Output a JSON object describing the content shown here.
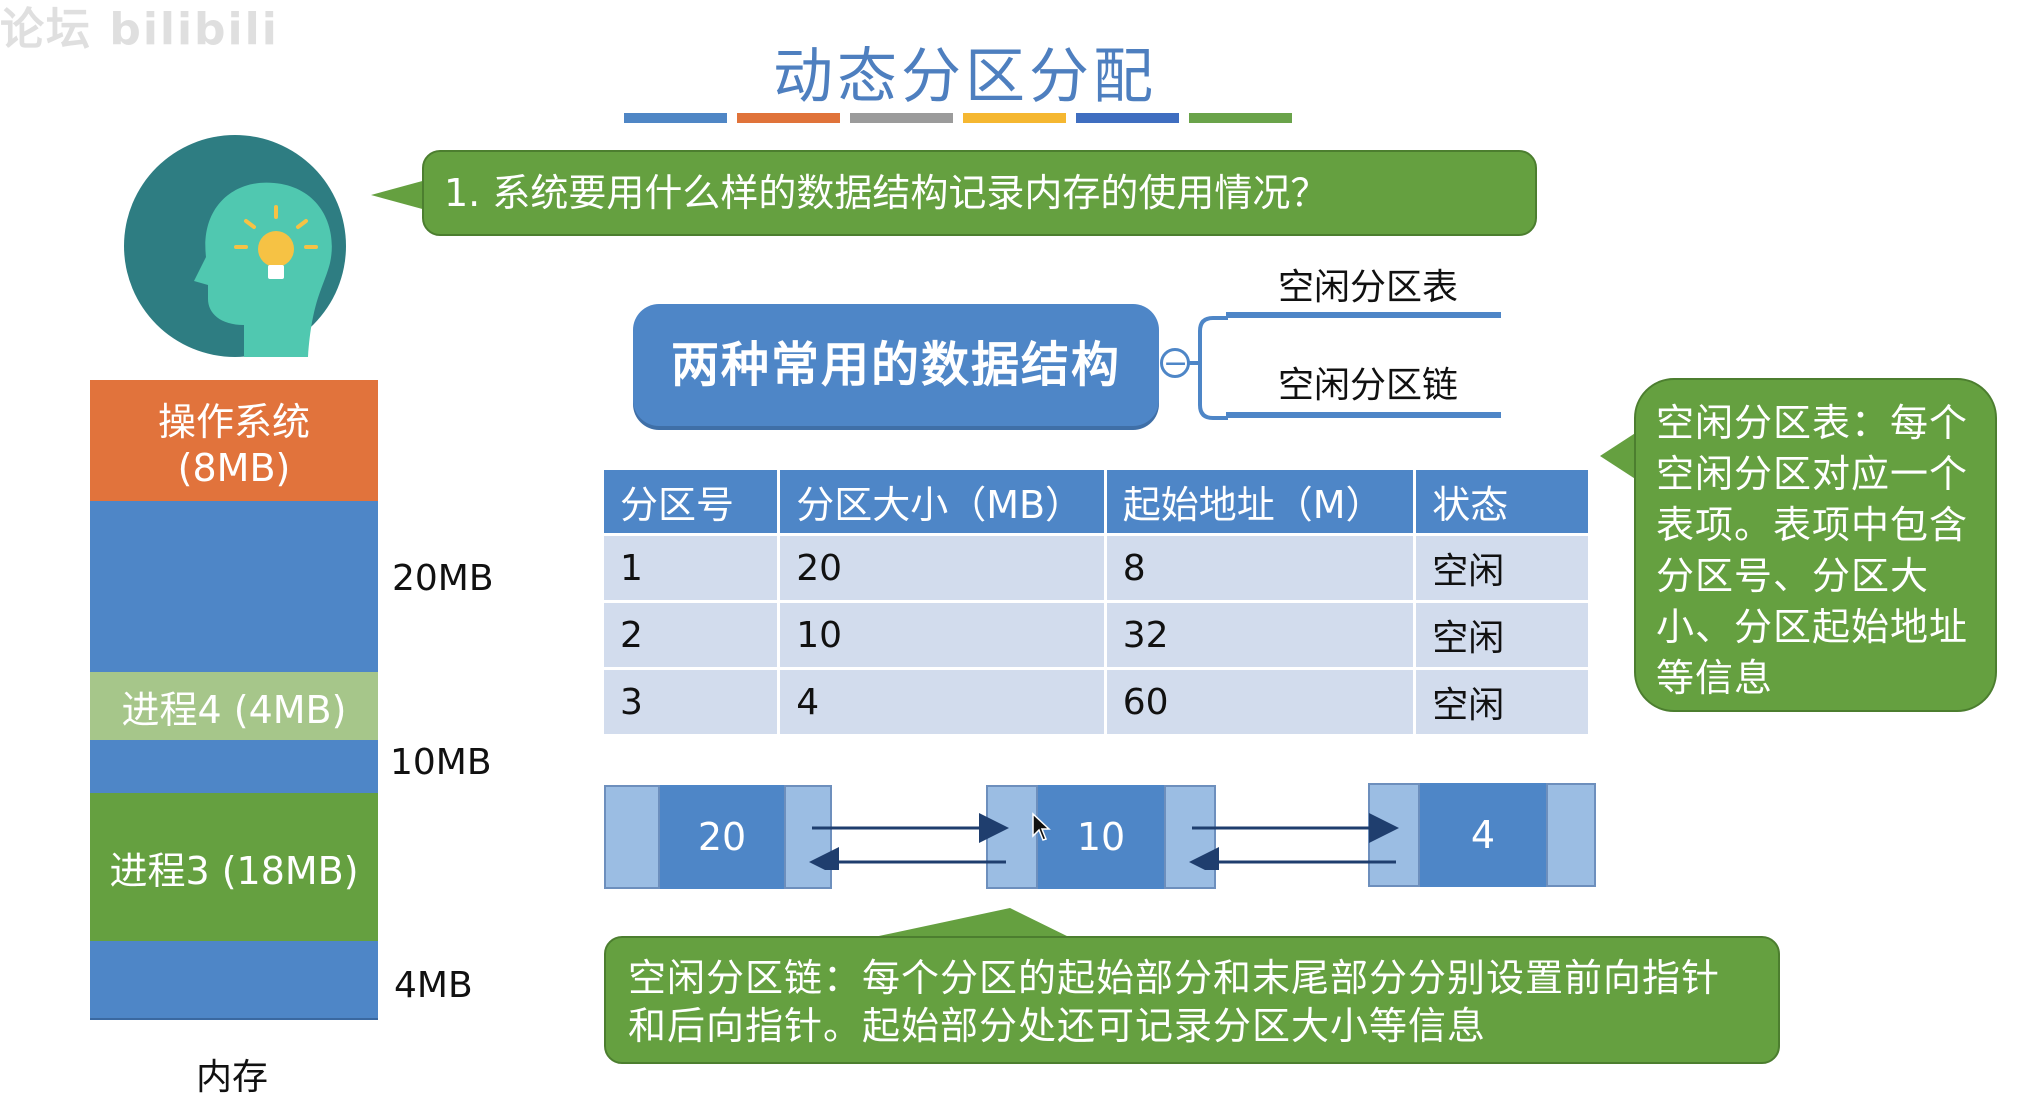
{
  "watermark": "论坛 bilibili",
  "title": "动态分区分配",
  "title_bar_colors": [
    "#4f86c5",
    "#e0733a",
    "#9b9b9b",
    "#f5b731",
    "#3f6ec0",
    "#6aa34a"
  ],
  "question": "1. 系统要用什么样的数据结构记录内存的使用情况？",
  "concept": {
    "label": "两种常用的数据结构",
    "collapse_symbol": "−",
    "branches": [
      "空闲分区表",
      "空闲分区链"
    ]
  },
  "memory": {
    "caption": "内存",
    "blocks": [
      {
        "label": "操作系统",
        "sublabel": "(8MB)",
        "kind": "os",
        "color": "#e1733c"
      },
      {
        "label": "",
        "kind": "free",
        "color": "#4e86c7"
      },
      {
        "label": "进程4 (4MB)",
        "kind": "process",
        "color": "#a6c68a"
      },
      {
        "label": "",
        "kind": "free",
        "color": "#4e86c7"
      },
      {
        "label": "进程3 (18MB)",
        "kind": "process",
        "color": "#65a040"
      },
      {
        "label": "",
        "kind": "free",
        "color": "#4e86c7"
      }
    ],
    "size_labels": [
      "20MB",
      "10MB",
      "4MB"
    ]
  },
  "table": {
    "headers": [
      "分区号",
      "分区大小（MB）",
      "起始地址（M）",
      "状态"
    ],
    "rows": [
      [
        "1",
        "20",
        "8",
        "空闲"
      ],
      [
        "2",
        "10",
        "32",
        "空闲"
      ],
      [
        "3",
        "4",
        "60",
        "空闲"
      ]
    ]
  },
  "chain_nodes": [
    "20",
    "10",
    "4"
  ],
  "table_note": "空闲分区表：每个空闲分区对应一个表项。表项中包含分区号、分区大小、分区起始地址等信息",
  "chain_note": "空闲分区链：每个分区的起始部分和末尾部分分别设置前向指针和后向指针。起始部分处还可记录分区大小等信息"
}
